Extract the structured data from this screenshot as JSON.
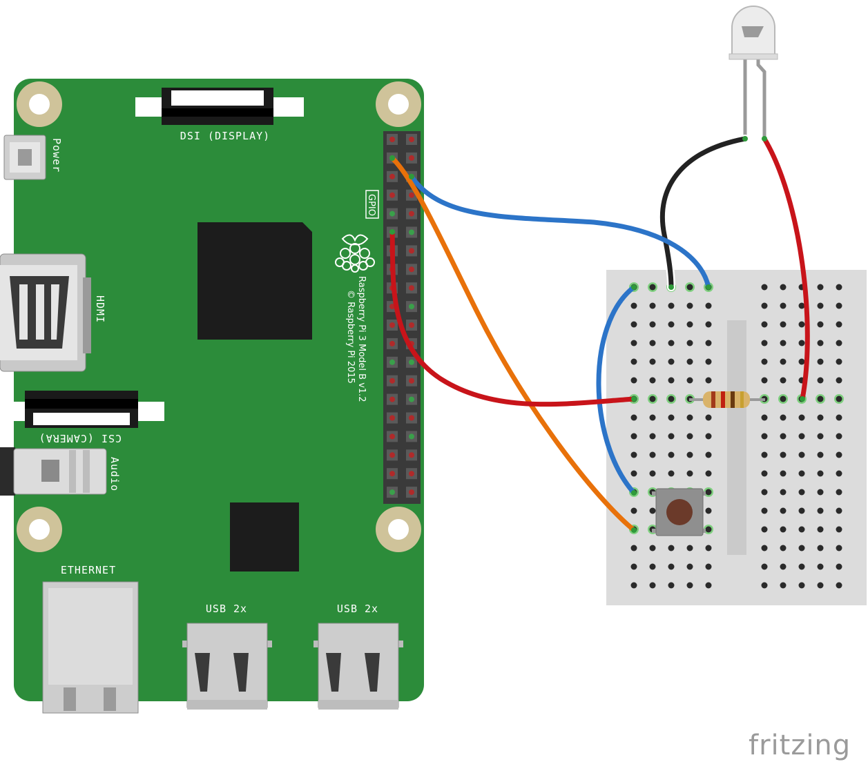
{
  "board": {
    "labels": {
      "power": "Power",
      "dsi": "DSI (DISPLAY)",
      "hdmi": "HDMI",
      "csi": "CSI (CAMERA)",
      "audio": "Audio",
      "ethernet": "ETHERNET",
      "usb_left": "USB 2x",
      "usb_right": "USB 2x",
      "gpio": "GPIO",
      "model": "Raspberry Pi 3 Model B v1.2",
      "copyright": "© Raspberry Pi 2015"
    },
    "colors": {
      "pcb": "#2c8c3a",
      "mount_ring": "#cfc39a"
    }
  },
  "wires": {
    "colors": {
      "blue": "#2c74c8",
      "orange": "#e8710a",
      "red": "#c8141a",
      "black": "#222222"
    }
  },
  "components": [
    "breadboard",
    "led",
    "resistor",
    "push-button"
  ],
  "brand": {
    "text": "fritzing"
  }
}
